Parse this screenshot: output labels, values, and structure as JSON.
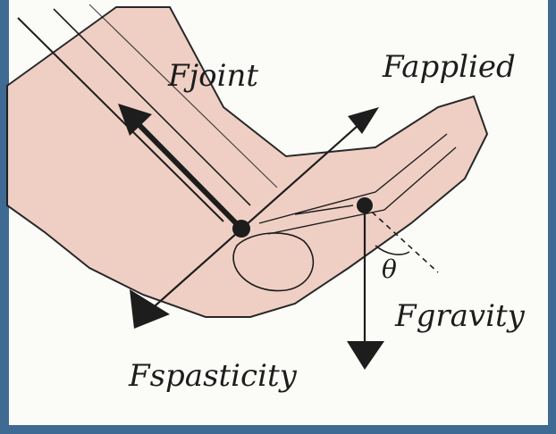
{
  "diagram": {
    "labels": {
      "f_joint": "Fjoint",
      "f_applied": "Fapplied",
      "f_spasticity": "Fspasticity",
      "f_gravity": "Fgravity",
      "theta": "θ"
    },
    "colors": {
      "frame": "#3f6a93",
      "paper": "#fbfbf8",
      "skin": "#efcdc2",
      "ink": "#1d1d1d"
    }
  }
}
